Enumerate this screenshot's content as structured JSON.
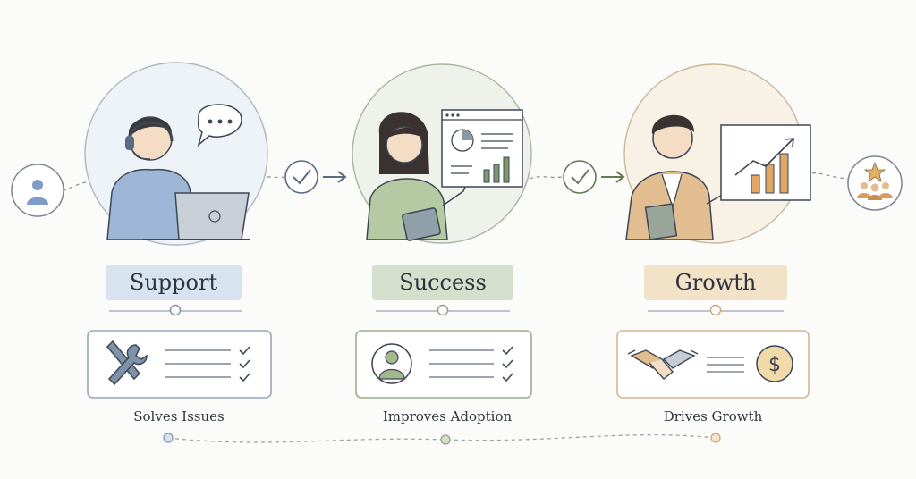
{
  "stages": [
    {
      "label": "Support",
      "caption": "Solves Issues"
    },
    {
      "label": "Success",
      "caption": "Improves Adoption"
    },
    {
      "label": "Growth",
      "caption": "Drives Growth"
    }
  ],
  "icons": {
    "start": "user-icon",
    "end": "team-star-icon",
    "cards": [
      "tools-icon",
      "person-icon",
      "handshake-icon",
      "dollar-icon"
    ]
  },
  "colors": {
    "support": "#d7e3ee",
    "success": "#d5e0cc",
    "growth": "#f1e2c8",
    "ink": "#3f4650"
  },
  "card_glyph": "$"
}
